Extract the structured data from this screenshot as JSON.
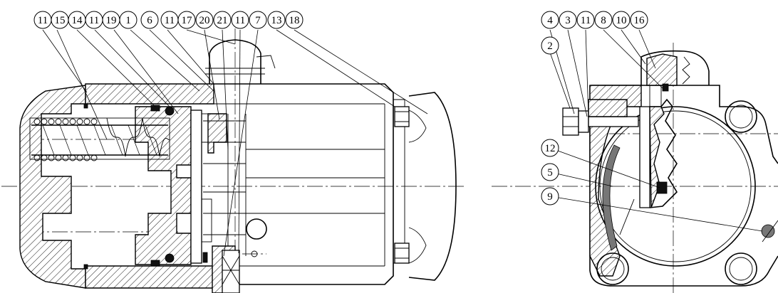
{
  "left_view": {
    "labels": [
      "11",
      "15",
      "14",
      "11",
      "19",
      "1",
      "6",
      "11",
      "17",
      "20",
      "21",
      "11",
      "7",
      "13",
      "18"
    ]
  },
  "right_view": {
    "labels": [
      "4",
      "3",
      "11",
      "8",
      "10",
      "16",
      "2",
      "12",
      "5",
      "9"
    ]
  }
}
